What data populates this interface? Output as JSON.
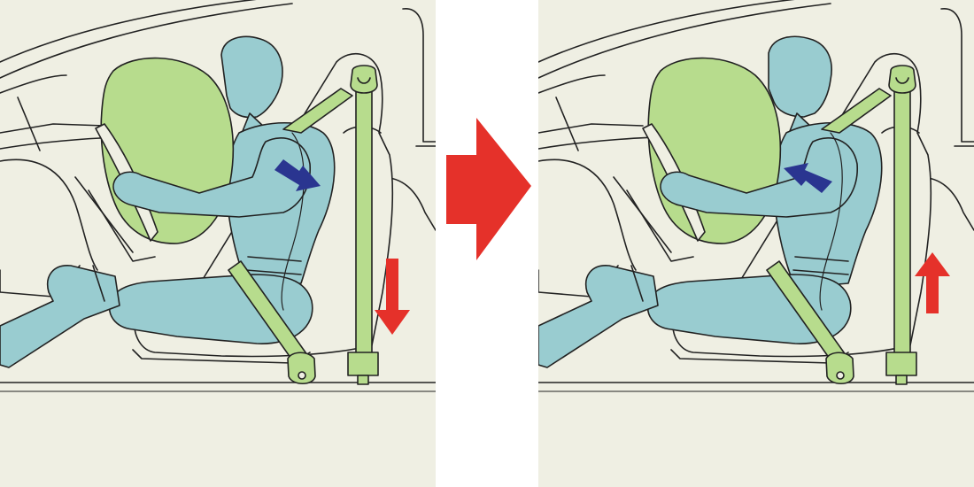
{
  "colors": {
    "background": "#efefe3",
    "gutter": "#ffffff",
    "outline": "#222222",
    "occupant": "#99ccd0",
    "airbag": "#b7dc8d",
    "seatbelt": "#b7dc8d",
    "force_arrow": "#2a3590",
    "motion_arrow": "#e5312a"
  },
  "panels": [
    {
      "stage": "before",
      "force_arrow_direction": "right",
      "belt_arrow_direction": "down"
    },
    {
      "stage": "after",
      "force_arrow_direction": "left",
      "belt_arrow_direction": "up"
    }
  ],
  "transition_arrow_direction": "right",
  "icons": {
    "force": "push-arrow-icon",
    "belt_motion": "vertical-arrow-icon",
    "transition": "transition-arrow-icon"
  }
}
